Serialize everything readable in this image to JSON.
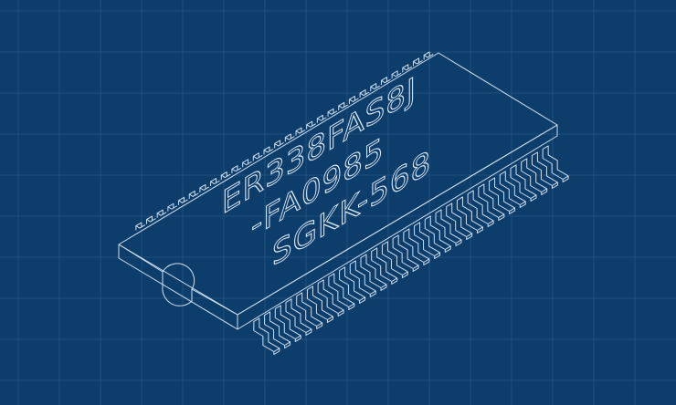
{
  "colors": {
    "background": "#0d3d6b",
    "grid": "#2f5f8c",
    "line": "#cfe0f0",
    "marking": "#dbe8f5"
  },
  "chip": {
    "pins_per_side": 28,
    "marking": {
      "line1": "ER338FAS8J",
      "line2": "-FA0985",
      "line3": "SGKK-568"
    }
  },
  "icons": {
    "chip": "ic-package-icon",
    "notch": "orientation-notch-icon"
  }
}
